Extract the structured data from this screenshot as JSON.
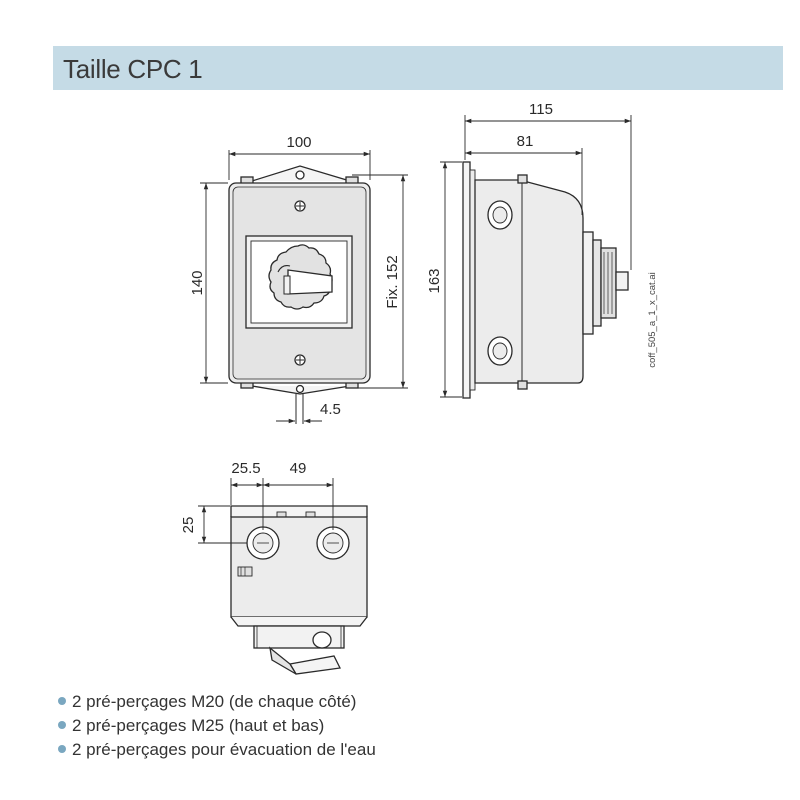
{
  "header": {
    "title": "Taille CPC 1",
    "background": "#c5dbe6"
  },
  "dimensions": {
    "front_width": "100",
    "front_height": "140",
    "front_fix": "Fix. 152",
    "front_hole": "4.5",
    "side_total_depth": "115",
    "side_body_depth": "81",
    "side_height": "163",
    "bottom_offset_first": "25.5",
    "bottom_spacing": "49",
    "bottom_offset_vertical": "25"
  },
  "file_reference": "coff_505_a_1_x_cat.ai",
  "notes": [
    "2 pré-perçages M20 (de chaque côté)",
    "2 pré-perçages M25 (haut et bas)",
    "2 pré-perçages pour évacuation de l'eau"
  ],
  "colors": {
    "bullet": "#7aa7c0",
    "line": "#2a2a2a",
    "body_fill": "#e8e8e8"
  }
}
